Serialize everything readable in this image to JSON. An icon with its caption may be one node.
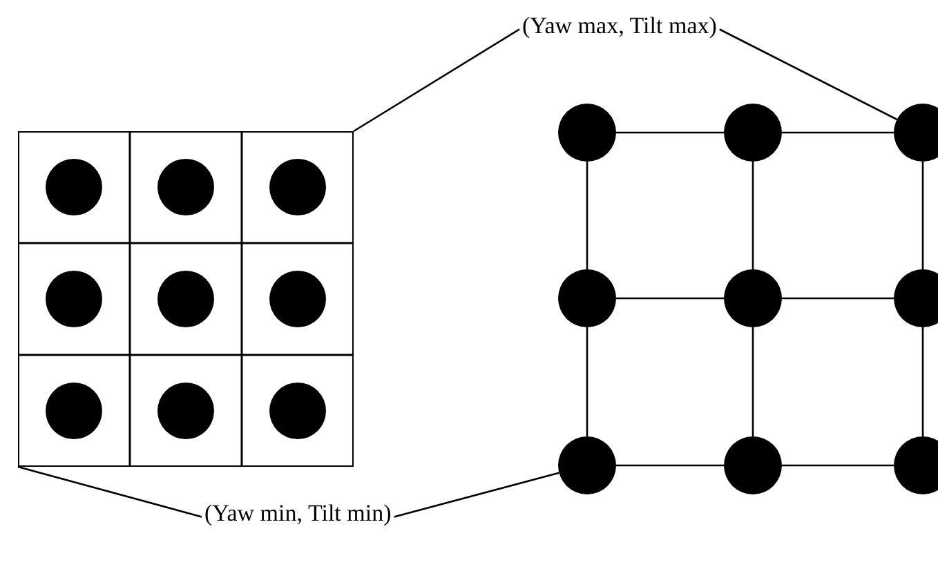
{
  "diagram": {
    "nodes": [
      {
        "text": [
          "(Yaw max, Tilt max)"
        ]
      },
      {
        "text": [],
        "shape": "box"
      },
      {
        "text": [],
        "shape": "circle"
      },
      {
        "text": [],
        "shape": "circle"
      },
      {
        "text": [],
        "shape": "circle"
      },
      {
        "text": [],
        "shape": "circle"
      },
      {
        "text": [],
        "shape": "circle"
      },
      {
        "text": [],
        "shape": "circle"
      },
      {
        "text": [],
        "shape": "circle"
      },
      {
        "text": [],
        "shape": "circle"
      },
      {
        "text": [],
        "shape": "circle"
      },
      {
        "text": [
          "(Yaw min, Tilt min)"
        ]
      }
    ],
    "edges": [
      {
        "from": 0,
        "to": 1,
        "arrow": "none"
      },
      {
        "from": 0,
        "to": 4,
        "arrow": "none"
      },
      {
        "from": 11,
        "to": 1,
        "arrow": "none"
      },
      {
        "from": 11,
        "to": 8,
        "arrow": "none"
      },
      {
        "from": 2,
        "to": 3,
        "arrow": "none"
      },
      {
        "from": 3,
        "to": 4,
        "arrow": "none"
      },
      {
        "from": 5,
        "to": 6,
        "arrow": "none"
      },
      {
        "from": 6,
        "to": 7,
        "arrow": "none"
      },
      {
        "from": 8,
        "to": 9,
        "arrow": "none"
      },
      {
        "from": 9,
        "to": 10,
        "arrow": "none"
      },
      {
        "from": 2,
        "to": 5,
        "arrow": "none"
      },
      {
        "from": 5,
        "to": 8,
        "arrow": "none"
      },
      {
        "from": 3,
        "to": 6,
        "arrow": "none"
      },
      {
        "from": 6,
        "to": 9,
        "arrow": "none"
      },
      {
        "from": 4,
        "to": 7,
        "arrow": "none"
      },
      {
        "from": 7,
        "to": 10,
        "arrow": "none"
      }
    ]
  }
}
